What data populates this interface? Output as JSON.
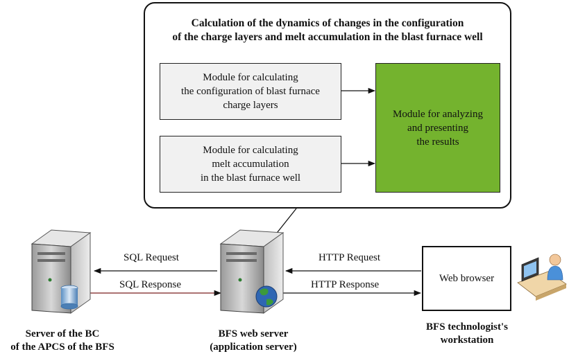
{
  "system": {
    "title": "Calculation of the dynamics of changes in the configuration\nof the charge layers and melt accumulation in the blast furnace well"
  },
  "modules": {
    "charge_layers": "Module for calculating\nthe configuration of blast furnace\ncharge layers",
    "melt_accumulation": "Module for calculating\nmelt accumulation\nin the blast furnace well",
    "analysis": "Module for analyzing\nand presenting\nthe results"
  },
  "connections": {
    "sql_request": "SQL Request",
    "sql_response": "SQL Response",
    "http_request": "HTTP Request",
    "http_response": "HTTP Response"
  },
  "nodes": {
    "db_server": "Server of the BC\nof the APCS of the BFS",
    "web_server": "BFS web server\n(application server)",
    "browser": "Web browser",
    "workstation": "BFS technologist's\nworkstation"
  },
  "icons": {
    "db_server": "server-database-icon",
    "web_server": "server-globe-icon",
    "workstation": "user-at-computer-icon"
  },
  "colors": {
    "analysis_module": "#74b32e",
    "calc_module": "#f1f1f1",
    "sql_response_line": "#7a1f1f"
  }
}
